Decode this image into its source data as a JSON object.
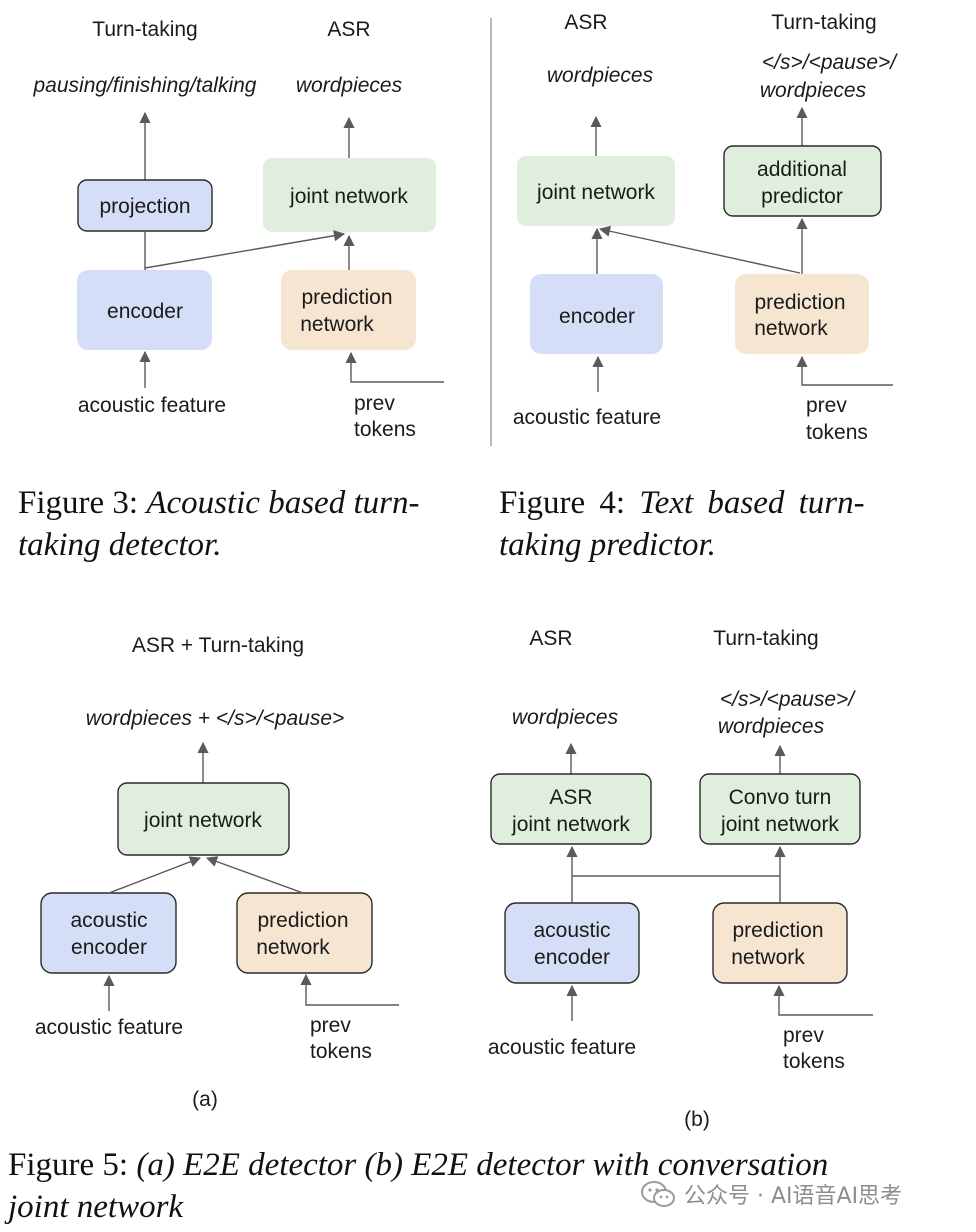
{
  "fig3": {
    "head_left": "Turn-taking",
    "head_right": "ASR",
    "out_left": "pausing/finishing/talking",
    "out_right": "wordpieces",
    "projection": "projection",
    "joint": "joint network",
    "encoder": "encoder",
    "pred_1": "prediction",
    "pred_2": "network",
    "input_left": "acoustic feature",
    "prev_1": "prev",
    "prev_2": "tokens",
    "caption_prefix": "Figure 3:",
    "caption_italic_1": "Acoustic based turn-",
    "caption_italic_2": "taking detector."
  },
  "fig4": {
    "head_left": "ASR",
    "head_right": "Turn-taking",
    "out_left": "wordpieces",
    "out_right_1": "</s>/<pause>/",
    "out_right_2": "wordpieces",
    "joint": "joint network",
    "addl_1": "additional",
    "addl_2": "predictor",
    "encoder": "encoder",
    "pred_1": "prediction",
    "pred_2": "network",
    "input_left": "acoustic feature",
    "prev_1": "prev",
    "prev_2": "tokens",
    "caption_prefix": "Figure 4:",
    "caption_italic_1": "Text based turn-",
    "caption_italic_2": "taking predictor."
  },
  "fig5a": {
    "head": "ASR + Turn-taking",
    "out": "wordpieces + </s>/<pause>",
    "joint": "joint network",
    "enc_1": "acoustic",
    "enc_2": "encoder",
    "pred_1": "prediction",
    "pred_2": "network",
    "input_left": "acoustic feature",
    "prev_1": "prev",
    "prev_2": "tokens",
    "sublabel": "(a)"
  },
  "fig5b": {
    "head_left": "ASR",
    "head_right": "Turn-taking",
    "out_left": "wordpieces",
    "out_right_1": "</s>/<pause>/",
    "out_right_2": "wordpieces",
    "asr_joint_1": "ASR",
    "asr_joint_2": "joint network",
    "convo_joint_1": "Convo turn",
    "convo_joint_2": "joint network",
    "enc_1": "acoustic",
    "enc_2": "encoder",
    "pred_1": "prediction",
    "pred_2": "network",
    "input_left": "acoustic feature",
    "prev_1": "prev",
    "prev_2": "tokens",
    "sublabel": "(b)"
  },
  "fig5_caption": {
    "prefix": "Figure 5:",
    "italic_1": "(a) E2E detector (b) E2E detector with conversation",
    "italic_2": "joint network"
  },
  "watermark": {
    "text": "公众号 · AI语音AI思考"
  },
  "colors": {
    "blue_fill": "#d4def6",
    "green_fill": "#dfeedd",
    "peach_fill": "#f6e5d0",
    "line": "#5a5a5a"
  }
}
